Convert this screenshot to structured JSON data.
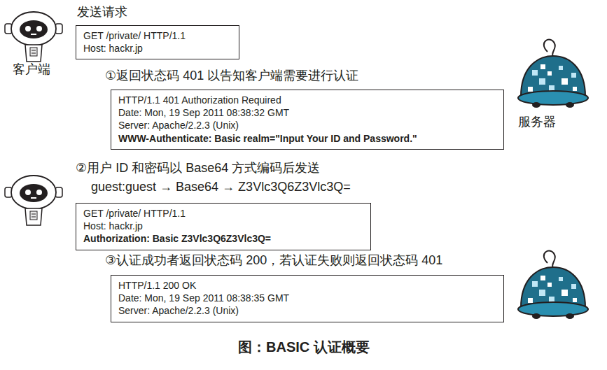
{
  "diagram": {
    "caption": "图：BASIC 认证概要",
    "nodes": [
      {
        "text": [
          "GET /private/ HTTP/1.1",
          "Host: hackr.jp"
        ]
      },
      {
        "text": [
          "HTTP/1.1 401 Authorization Required",
          "Date: Mon, 19 Sep 2011 08:38:32 GMT",
          "Server: Apache/2.2.3 (Unix)",
          "WWW-Authenticate: Basic realm=\"Input Your ID and Password.\""
        ]
      },
      {
        "text": [
          "GET /private/ HTTP/1.1",
          "Host: hackr.jp",
          "Authorization: Basic Z3Vlc3Q6Z3Vlc3Q="
        ]
      },
      {
        "text": [
          "HTTP/1.1 200 OK",
          "Date: Mon, 19 Sep 2011 08:38:35 GMT",
          "Server: Apache/2.2.3 (Unix)"
        ]
      }
    ],
    "labels": [
      "客户端",
      "服务器",
      "发送请求",
      "①返回状态码 401 以告知客户端需要进行认证",
      "②用户 ID 和密码以 Base64 方式编码后发送",
      "guest:guest → Base64 → Z3Vlc3Q6Z3Vlc3Q=",
      "③认证成功者返回状态码 200，若认证失败则返回状态码 401"
    ]
  }
}
